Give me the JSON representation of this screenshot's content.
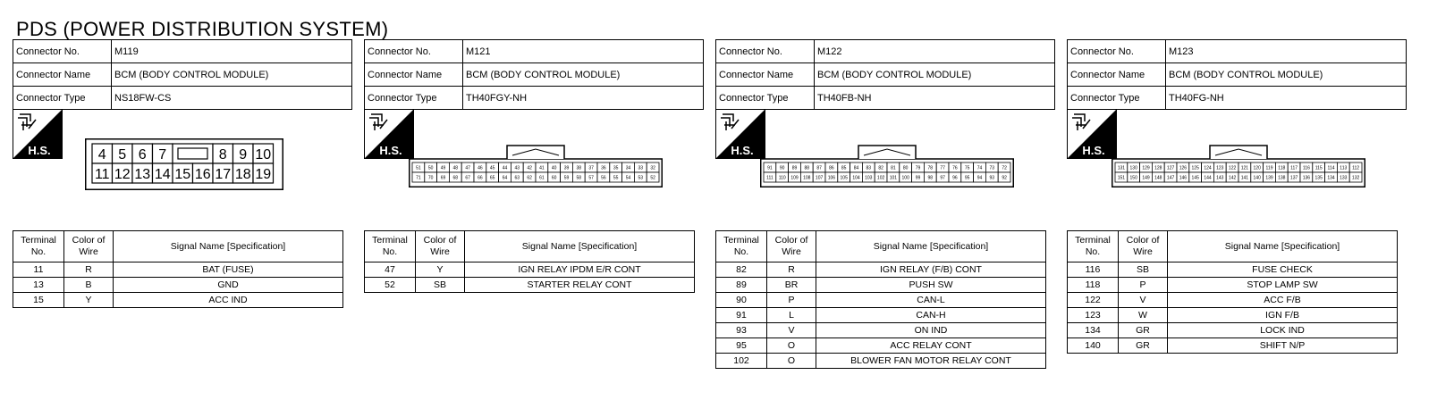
{
  "title": "PDS (POWER DISTRIBUTION SYSTEM)",
  "labels": {
    "connector_no": "Connector No.",
    "connector_name": "Connector Name",
    "connector_type": "Connector Type",
    "hs": "H.S.",
    "terminal_no": "Terminal No.",
    "color_of_wire": "Color of Wire",
    "signal_name": "Signal Name [Specification]"
  },
  "connectors": [
    {
      "no": "M119",
      "name": "BCM (BODY CONTROL MODULE)",
      "type": "NS18FW-CS",
      "pins_top": [
        "4",
        "5",
        "6",
        "7",
        "",
        "8",
        "9",
        "10"
      ],
      "pins_bottom": [
        "11",
        "12",
        "13",
        "14",
        "15",
        "16",
        "17",
        "18",
        "19"
      ],
      "terminals": [
        {
          "no": "11",
          "color": "R",
          "signal": "BAT (FUSE)"
        },
        {
          "no": "13",
          "color": "B",
          "signal": "GND"
        },
        {
          "no": "15",
          "color": "Y",
          "signal": "ACC IND"
        }
      ]
    },
    {
      "no": "M121",
      "name": "BCM (BODY CONTROL MODULE)",
      "type": "TH40FGY-NH",
      "pins_top": [
        "51",
        "50",
        "49",
        "48",
        "47",
        "46",
        "45",
        "44",
        "43",
        "42",
        "41",
        "40",
        "39",
        "38",
        "37",
        "36",
        "35",
        "34",
        "33",
        "32"
      ],
      "pins_bottom": [
        "71",
        "70",
        "69",
        "68",
        "67",
        "66",
        "65",
        "64",
        "63",
        "62",
        "61",
        "60",
        "59",
        "58",
        "57",
        "56",
        "55",
        "54",
        "53",
        "52"
      ],
      "terminals": [
        {
          "no": "47",
          "color": "Y",
          "signal": "IGN RELAY IPDM E/R CONT"
        },
        {
          "no": "52",
          "color": "SB",
          "signal": "STARTER RELAY CONT"
        }
      ]
    },
    {
      "no": "M122",
      "name": "BCM (BODY CONTROL MODULE)",
      "type": "TH40FB-NH",
      "pins_top": [
        "91",
        "90",
        "89",
        "88",
        "87",
        "86",
        "85",
        "84",
        "83",
        "82",
        "81",
        "80",
        "79",
        "78",
        "77",
        "76",
        "75",
        "74",
        "73",
        "72"
      ],
      "pins_bottom": [
        "111",
        "110",
        "109",
        "108",
        "107",
        "106",
        "105",
        "104",
        "103",
        "102",
        "101",
        "100",
        "99",
        "98",
        "97",
        "96",
        "95",
        "94",
        "93",
        "92"
      ],
      "terminals": [
        {
          "no": "82",
          "color": "R",
          "signal": "IGN RELAY (F/B) CONT"
        },
        {
          "no": "89",
          "color": "BR",
          "signal": "PUSH SW"
        },
        {
          "no": "90",
          "color": "P",
          "signal": "CAN-L"
        },
        {
          "no": "91",
          "color": "L",
          "signal": "CAN-H"
        },
        {
          "no": "93",
          "color": "V",
          "signal": "ON IND"
        },
        {
          "no": "95",
          "color": "O",
          "signal": "ACC RELAY CONT"
        },
        {
          "no": "102",
          "color": "O",
          "signal": "BLOWER FAN MOTOR RELAY CONT"
        }
      ]
    },
    {
      "no": "M123",
      "name": "BCM (BODY CONTROL MODULE)",
      "type": "TH40FG-NH",
      "pins_top": [
        "131",
        "130",
        "129",
        "128",
        "127",
        "126",
        "125",
        "124",
        "123",
        "122",
        "121",
        "120",
        "119",
        "118",
        "117",
        "116",
        "115",
        "114",
        "113",
        "112"
      ],
      "pins_bottom": [
        "151",
        "150",
        "149",
        "148",
        "147",
        "146",
        "145",
        "144",
        "143",
        "142",
        "141",
        "140",
        "139",
        "138",
        "137",
        "136",
        "135",
        "134",
        "133",
        "132"
      ],
      "terminals": [
        {
          "no": "116",
          "color": "SB",
          "signal": "FUSE CHECK"
        },
        {
          "no": "118",
          "color": "P",
          "signal": "STOP LAMP SW"
        },
        {
          "no": "122",
          "color": "V",
          "signal": "ACC F/B"
        },
        {
          "no": "123",
          "color": "W",
          "signal": "IGN F/B"
        },
        {
          "no": "134",
          "color": "GR",
          "signal": "LOCK IND"
        },
        {
          "no": "140",
          "color": "GR",
          "signal": "SHIFT N/P"
        }
      ]
    }
  ]
}
